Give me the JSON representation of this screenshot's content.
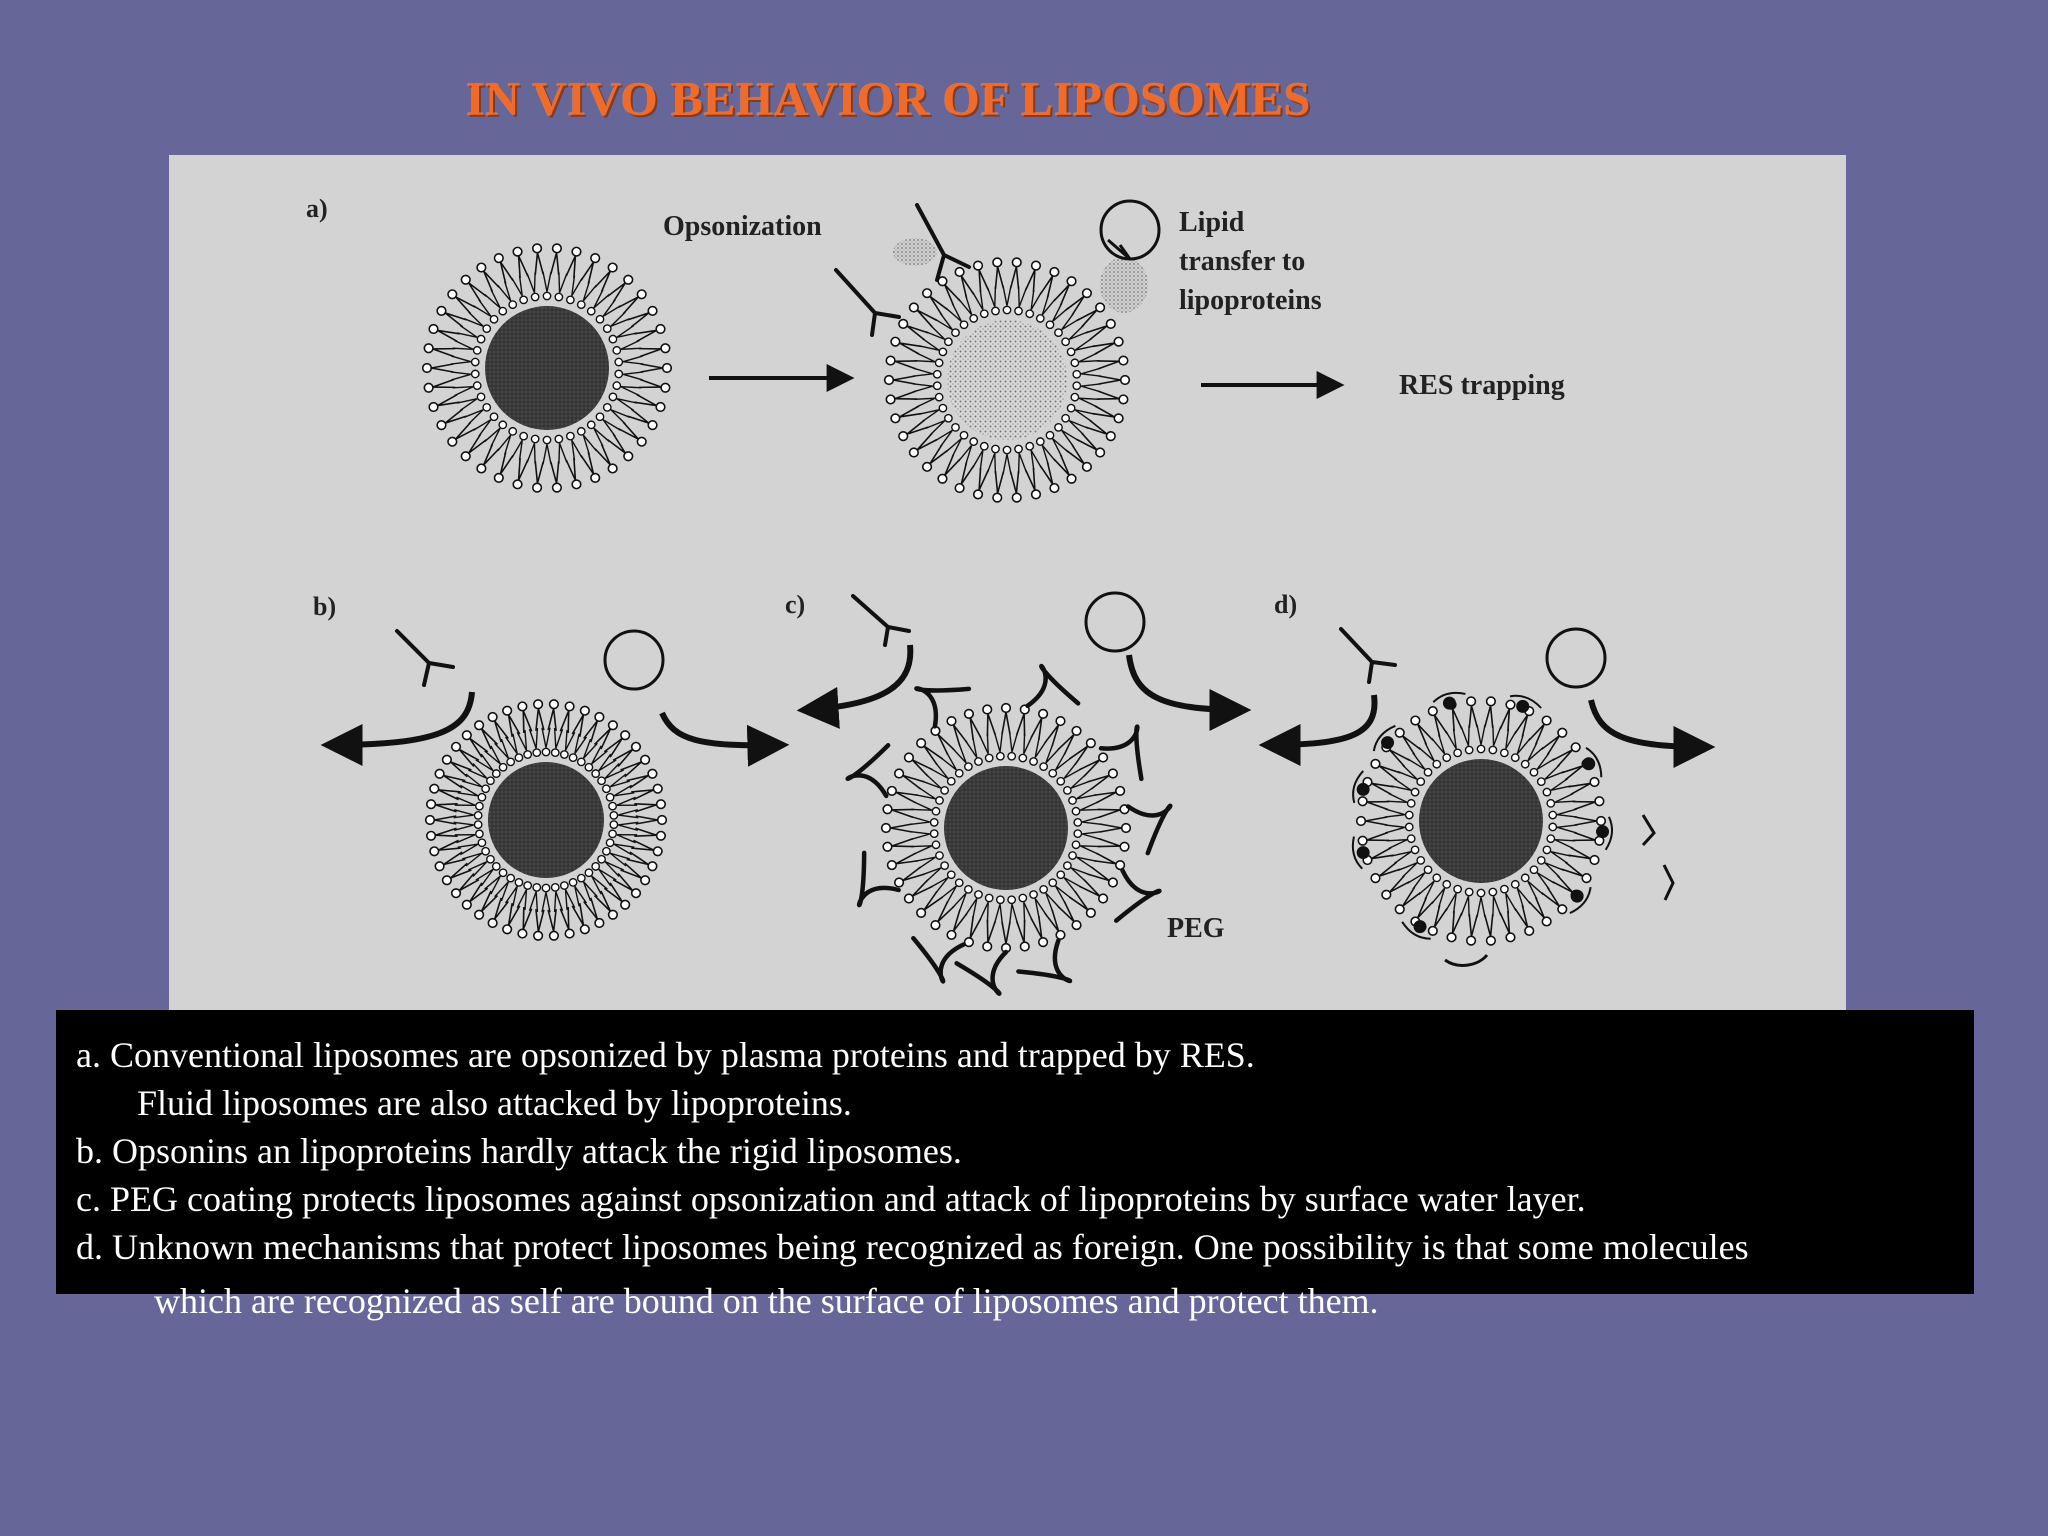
{
  "slide": {
    "title": "IN VIVO BEHAVIOR OF LIPOSOMES"
  },
  "figure": {
    "panel_labels": {
      "a": "a)",
      "b": "b)",
      "c": "c)",
      "d": "d)"
    },
    "opsonization_label": "Opsonization",
    "lipid_transfer_label": [
      "Lipid",
      "transfer to",
      "lipoproteins"
    ],
    "res_trapping_label": "RES trapping",
    "peg_label": "PEG"
  },
  "caption": {
    "lines": [
      "a.     Conventional liposomes are opsonized by plasma proteins and trapped by RES.",
      "Fluid liposomes are also attacked by lipoproteins.",
      "b.   Opsonins an lipoproteins hardly attack the rigid liposomes.",
      "c.   PEG coating protects liposomes against opsonization and attack of lipoproteins by surface water layer.",
      "d.  Unknown mechanisms that protect liposomes being recognized as foreign. One possibility is that some molecules",
      "which are recognized as self are bound on the surface of liposomes and protect them."
    ]
  },
  "colors": {
    "background": "#676699",
    "title": "#f06a2a",
    "figure_background": "#d3d3d3",
    "caption_background": "#000000",
    "caption_text": "#ffffff"
  }
}
